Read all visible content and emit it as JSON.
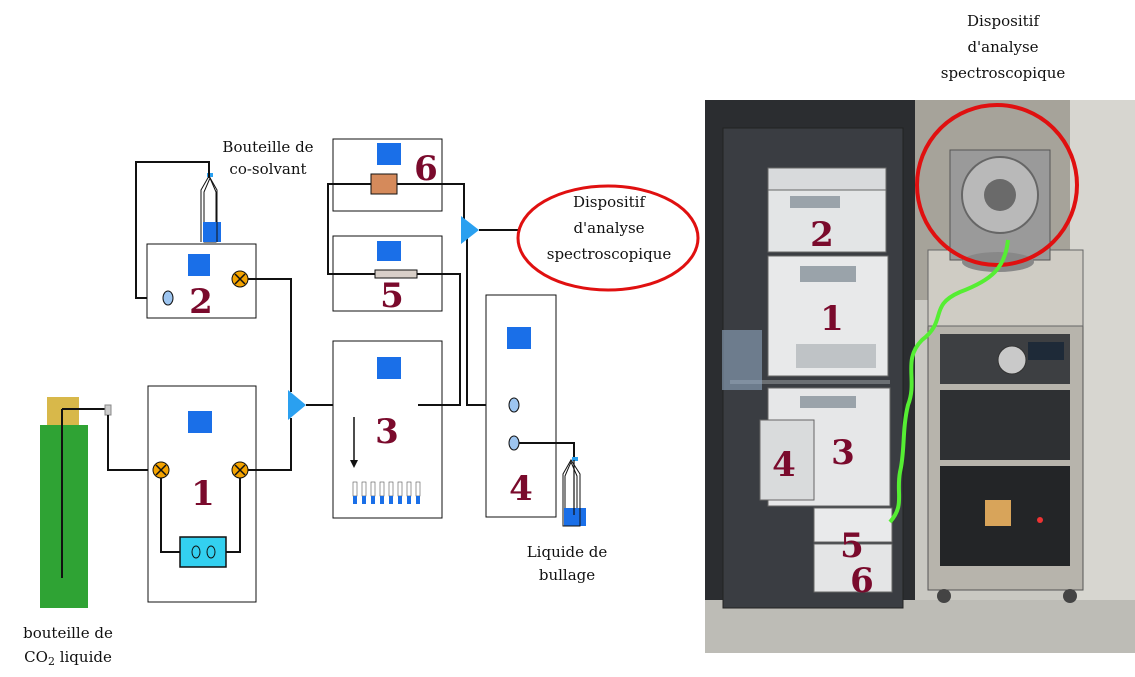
{
  "labels": {
    "cosolvent": [
      "Bouteille de",
      "co-solvant"
    ],
    "co2": [
      "bouteille de",
      "CO",
      "2",
      " liquide"
    ],
    "bubbling": [
      "Liquide de",
      "bullage"
    ],
    "device_left": [
      "Dispositif",
      "d'analyse",
      "spectroscopique"
    ],
    "device_photo": [
      "Dispositif",
      "d'analyse",
      "spectroscopique"
    ]
  },
  "modules": {
    "m1": "1",
    "m2": "2",
    "m3": "3",
    "m4": "4",
    "m5": "5",
    "m6": "6"
  },
  "photo_numbers": {
    "p1": "1",
    "p2": "2",
    "p3": "3",
    "p4": "4",
    "p5": "5",
    "p6": "6"
  },
  "colors": {
    "panel_blue": "#1a6fe8",
    "valve_orange": "#f4a300",
    "co2_green": "#2fa334",
    "co2_cap": "#d8b84a",
    "splitter_blue": "#2aa0f0",
    "ellipse_red": "#e01010",
    "number_color": "#7a0a2c",
    "cable_green": "#55ee33"
  }
}
